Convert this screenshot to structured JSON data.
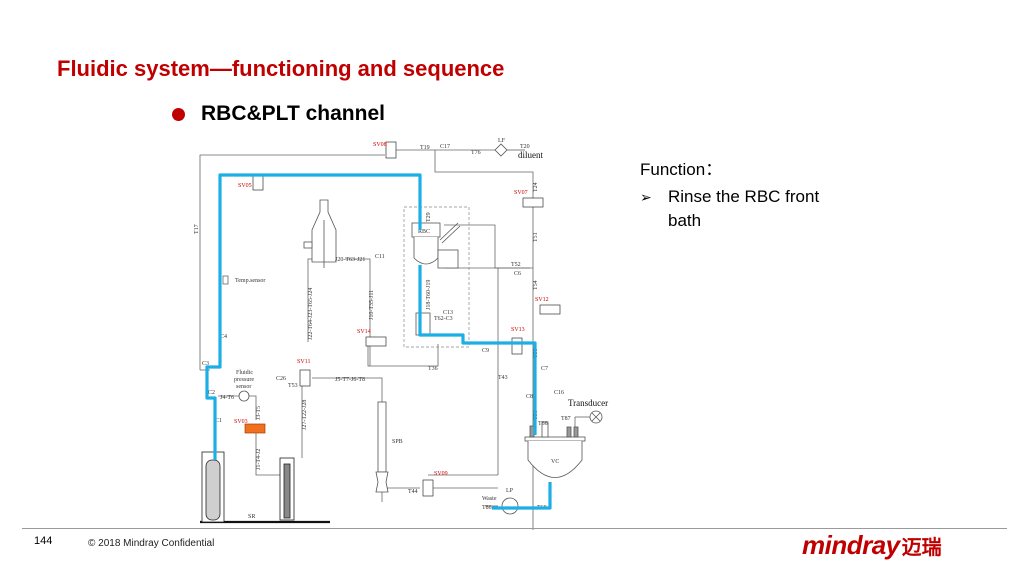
{
  "slide": {
    "title": "Fluidic system—functioning and sequence",
    "subtitle": "RBC&PLT channel",
    "accent_color": "#c00000",
    "flow_highlight_color": "#1eaee6"
  },
  "function_panel": {
    "heading": "Function：",
    "bullet_icon": "arrow-bullet-icon",
    "bullet_glyph": "➢",
    "items": [
      "Rinse the RBC front bath"
    ]
  },
  "diagram": {
    "valves": {
      "sv05": "SV05",
      "sv07": "SV07",
      "sv08": "SV08",
      "sv09": "SV09",
      "sv11": "SV11",
      "sv12": "SV12",
      "sv13": "SV13",
      "sv14": "SV14",
      "sv03": "SV03"
    },
    "components": {
      "rbc": "RBC",
      "vc": "VC",
      "spb": "SPB",
      "sr": "SR",
      "lp": "LP",
      "lf": "LF",
      "transducer": "Transducer",
      "temp_sensor": "Temp.sensor",
      "fluidic_pressure_sensor": [
        "Fluidic",
        "pressure",
        "sensor"
      ],
      "diluent": "diluent",
      "waste": "Waste"
    },
    "tubes": {
      "t19": "T19",
      "c17": "C17",
      "t76": "T76",
      "t20": "T20",
      "t24": "T24",
      "t51": "T51",
      "t52": "T52",
      "c6": "C6",
      "t54": "T54",
      "t55": "T55",
      "c7": "C7",
      "c16": "C16",
      "c8": "C8",
      "t56": "T56",
      "t66": "T66",
      "t87": "T87",
      "t43": "T43",
      "t36": "T36",
      "c9": "C9",
      "c13": "C13",
      "t62_c3": "T62-C3",
      "j18": "J18-T60-J19",
      "t29": "T29",
      "t17": "T17",
      "c4": "C4",
      "c3": "C3",
      "c2": "C2",
      "c1": "C1",
      "j4_t6": "J4-T6",
      "j3_t5": "J3-T5",
      "j1_t4": "J1-T4-J2",
      "c26": "C26",
      "t53": "T53",
      "j5_t7": "J5-T7-J6-T8",
      "j22": "J22-T64-J23-T65-J24",
      "j20": "J20-T63-J21",
      "c11": "C11",
      "j10": "J10-T35-J11",
      "j27": "J27-T22-J28",
      "t44": "T44",
      "t86": "T86",
      "t68": "T68"
    }
  },
  "footer": {
    "page_number": "144",
    "copyright": "© 2018 Mindray Confidential",
    "logo_text": "mindray",
    "logo_cn": "迈瑞"
  }
}
